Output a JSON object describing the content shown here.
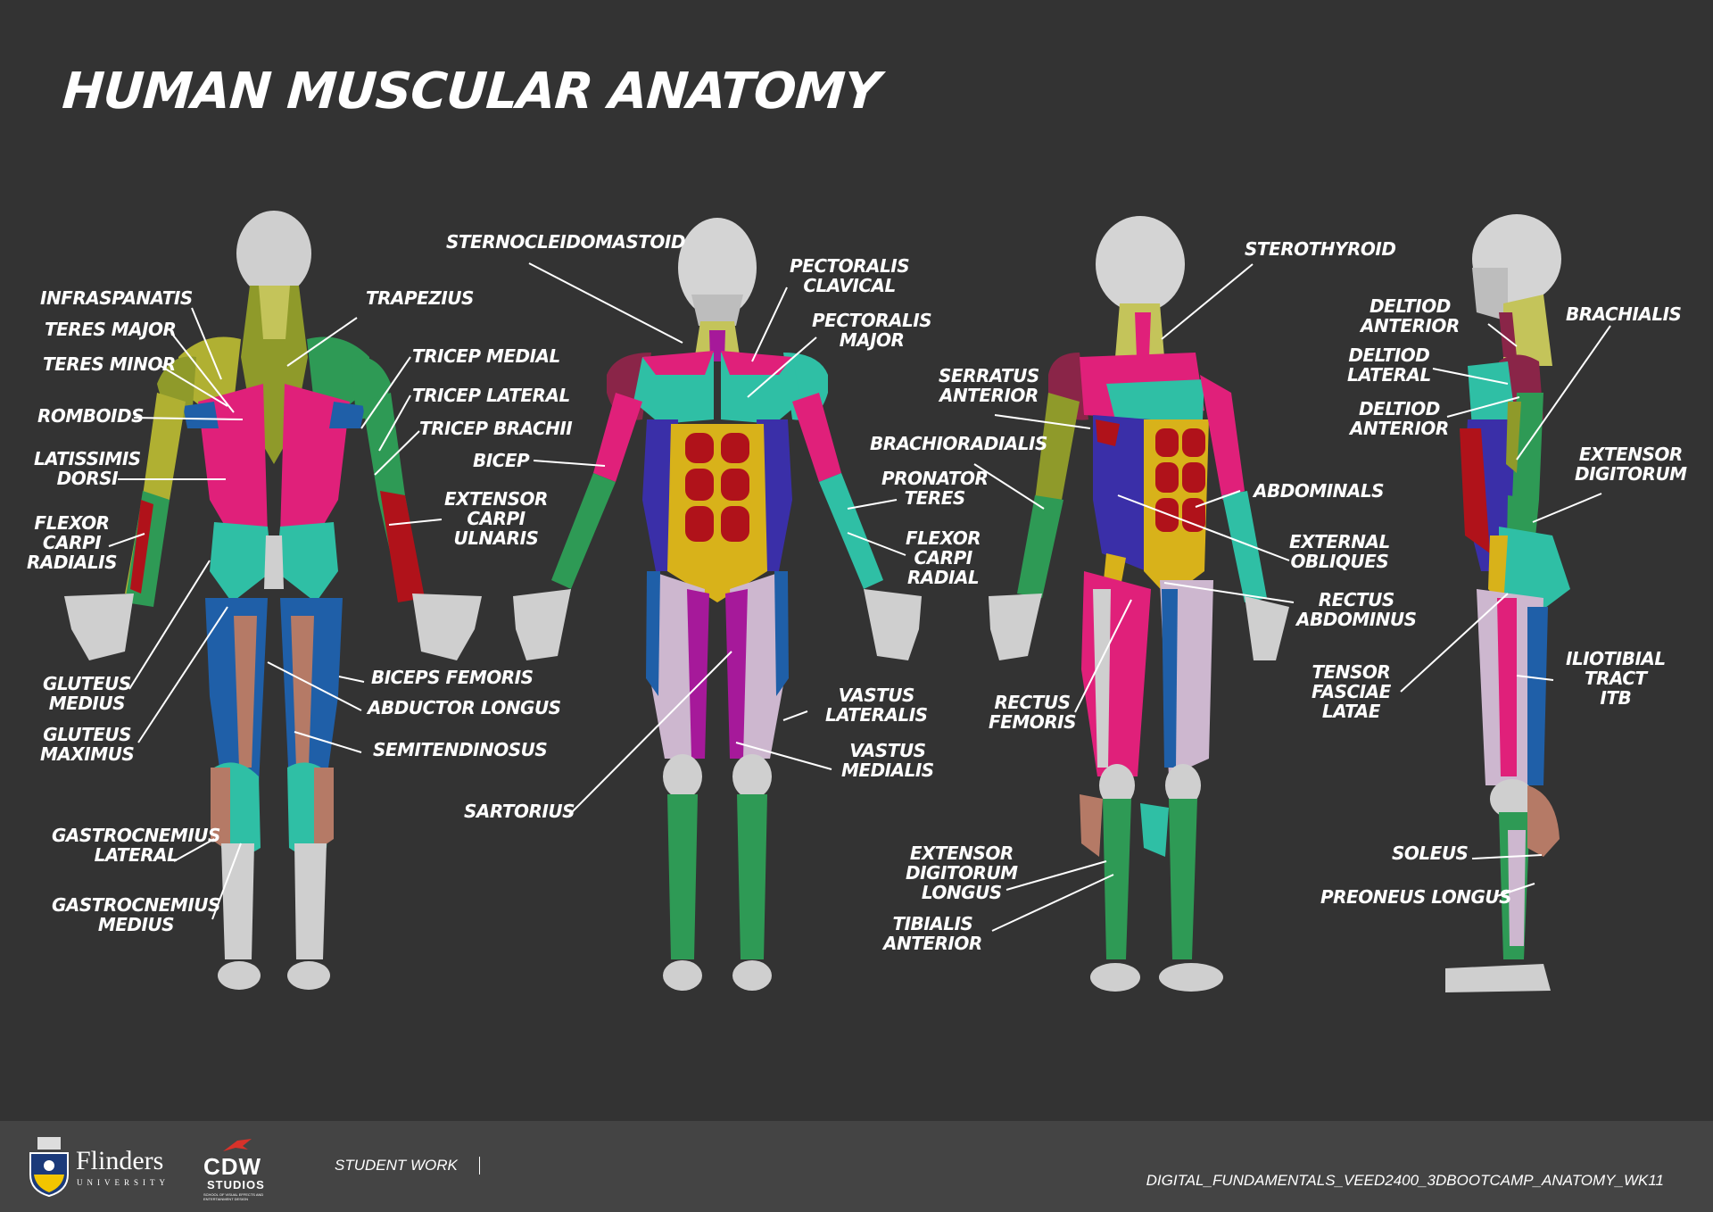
{
  "title": "HUMAN MUSCULAR ANATOMY",
  "colors": {
    "background": "#333333",
    "footer": "#444444",
    "bone": "#cfcfcf",
    "magenta": "#e0207a",
    "teal": "#2fbfa5",
    "olive": "#8f9a2a",
    "green": "#2e9a55",
    "navy": "#3a2fa8",
    "blue": "#1f5fa8",
    "yellow": "#d8b21a",
    "red": "#b0121a",
    "lilac": "#cdb7cf",
    "purple": "#a6199a",
    "tan": "#b57a66",
    "plum": "#8a2548"
  },
  "labels": {
    "infraspanatis": "INFRASPANATIS",
    "teres_major": "TERES MAJOR",
    "teres_minor": "TERES MINOR",
    "romboids": "ROMBOIDS",
    "latissimis_dorsi": "LATISSIMIS\nDORSI",
    "flexor_carpi_radialis": "FLEXOR\nCARPI\nRADIALIS",
    "gluteus_medius": "GLUTEUS\nMEDIUS",
    "gluteus_maximus": "GLUTEUS\nMAXIMUS",
    "gastrocnemius_lateral": "GASTROCNEMIUS\nLATERAL",
    "gastrocnemius_medius": "GASTROCNEMIUS\nMEDIUS",
    "trapezius": "TRAPEZIUS",
    "tricep_medial": "TRICEP MEDIAL",
    "tricep_lateral": "TRICEP LATERAL",
    "tricep_brachii": "TRICEP BRACHII",
    "extensor_carpi_ulnaris": "EXTENSOR\nCARPI\nULNARIS",
    "biceps_femoris": "BICEPS FEMORIS",
    "abductor_longus": "ABDUCTOR LONGUS",
    "semitendinosus": "SEMITENDINOSUS",
    "sternocleidomastoid": "STERNOCLEIDOMASTOID",
    "bicep": "BICEP",
    "sartorius": "SARTORIUS",
    "pectoralis_clavical": "PECTORALIS\nCLAVICAL",
    "pectoralis_major": "PECTORALIS\nMAJOR",
    "brachioradialis": "BRACHIORADIALIS",
    "pronator_teres": "PRONATOR\nTERES",
    "flexor_carpi_radial": "FLEXOR\nCARPI\nRADIAL",
    "vastus_lateralis": "VASTUS\nLATERALIS",
    "vastus_medialis": "VASTUS\nMEDIALIS",
    "serratus_anterior": "SERRATUS\nANTERIOR",
    "sterothyroid": "STEROTHYROID",
    "abdominals": "ABDOMINALS",
    "external_obliques": "EXTERNAL\nOBLIQUES",
    "rectus_abdominus": "RECTUS\nABDOMINUS",
    "rectus_femoris": "RECTUS\nFEMORIS",
    "extensor_digitorum_longus": "EXTENSOR\nDIGITORUM\nLONGUS",
    "tibialis_anterior": "TIBIALIS\nANTERIOR",
    "deltiod_anterior_top": "DELTIOD\nANTERIOR",
    "deltiod_lateral": "DELTIOD\nLATERAL",
    "deltiod_anterior_bottom": "DELTIOD\nANTERIOR",
    "brachialis": "BRACHIALIS",
    "extensor_digitorum": "EXTENSOR\nDIGITORUM",
    "tensor_fasciae_latae": "TENSOR\nFASCIAE\nLATAE",
    "iliotibial_tract_itb": "ILIOTIBIAL\nTRACT\nITB",
    "soleus": "SOLEUS",
    "preoneus_longus": "PREONEUS LONGUS"
  },
  "footer": {
    "university": "Flinders",
    "university_sub": "UNIVERSITY",
    "studio": "CDW",
    "studio_sub": "STUDIOS",
    "studio_tagline": "SCHOOL OF VISUAL EFFECTS AND ENTERTAINMENT DESIGN",
    "student_work": "STUDENT WORK",
    "filename": "DIGITAL_FUNDAMENTALS_VEED2400_3DBOOTCAMP_ANATOMY_WK11"
  }
}
